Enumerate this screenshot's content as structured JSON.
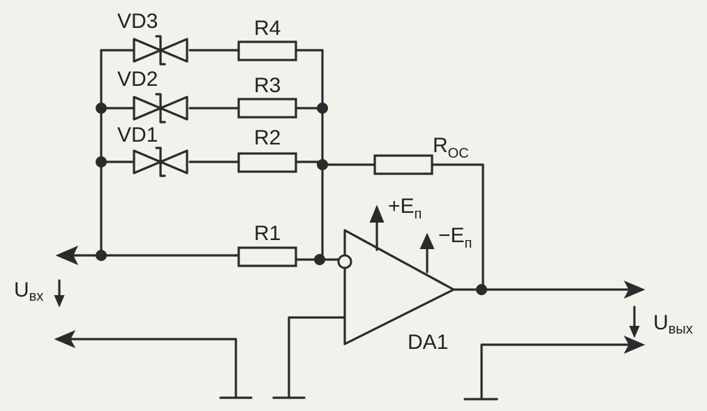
{
  "components": {
    "vd3": "VD3",
    "vd2": "VD2",
    "vd1": "VD1",
    "r4": "R4",
    "r3": "R3",
    "r2": "R2",
    "r1": "R1",
    "roc_main": "R",
    "roc_sub": "OC",
    "da1": "DA1"
  },
  "power": {
    "plus_main": "+E",
    "plus_sub": "п",
    "minus_main": "−E",
    "minus_sub": "п"
  },
  "signals": {
    "uin_main": "U",
    "uin_sub": "вх",
    "uout_main": "U",
    "uout_sub": "вых"
  }
}
